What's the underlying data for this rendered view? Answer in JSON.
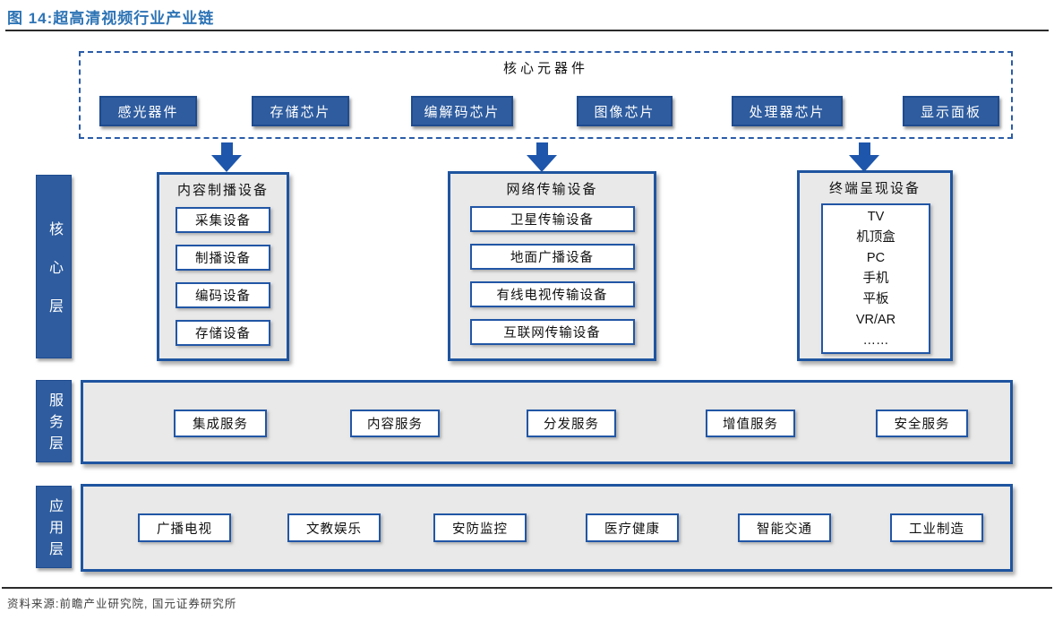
{
  "header": {
    "title": "图 14:超高清视频行业产业链"
  },
  "colors": {
    "title_blue": "#2E74B5",
    "box_fill_blue": "#2E5C9F",
    "border_blue": "#1F55A0",
    "arrow_blue": "#1E56AC",
    "panel_gray": "#E9E9E9"
  },
  "core_components": {
    "label": "核心元器件",
    "chips": [
      "感光器件",
      "存储芯片",
      "编解码芯片",
      "图像芯片",
      "处理器芯片",
      "显示面板"
    ]
  },
  "layers": {
    "core": {
      "label": "核心层",
      "groups": [
        {
          "title": "内容制播设备",
          "items": [
            "采集设备",
            "制播设备",
            "编码设备",
            "存储设备"
          ]
        },
        {
          "title": "网络传输设备",
          "items": [
            "卫星传输设备",
            "地面广播设备",
            "有线电视传输设备",
            "互联网传输设备"
          ]
        },
        {
          "title": "终端呈现设备",
          "terminals": [
            "TV",
            "机顶盒",
            "PC",
            "手机",
            "平板",
            "VR/AR",
            "……"
          ]
        }
      ]
    },
    "service": {
      "label": "服务层",
      "items": [
        "集成服务",
        "内容服务",
        "分发服务",
        "增值服务",
        "安全服务"
      ]
    },
    "application": {
      "label": "应用层",
      "items": [
        "广播电视",
        "文教娱乐",
        "安防监控",
        "医疗健康",
        "智能交通",
        "工业制造"
      ]
    }
  },
  "footer": {
    "source": "资料来源:前瞻产业研究院, 国元证券研究所"
  }
}
